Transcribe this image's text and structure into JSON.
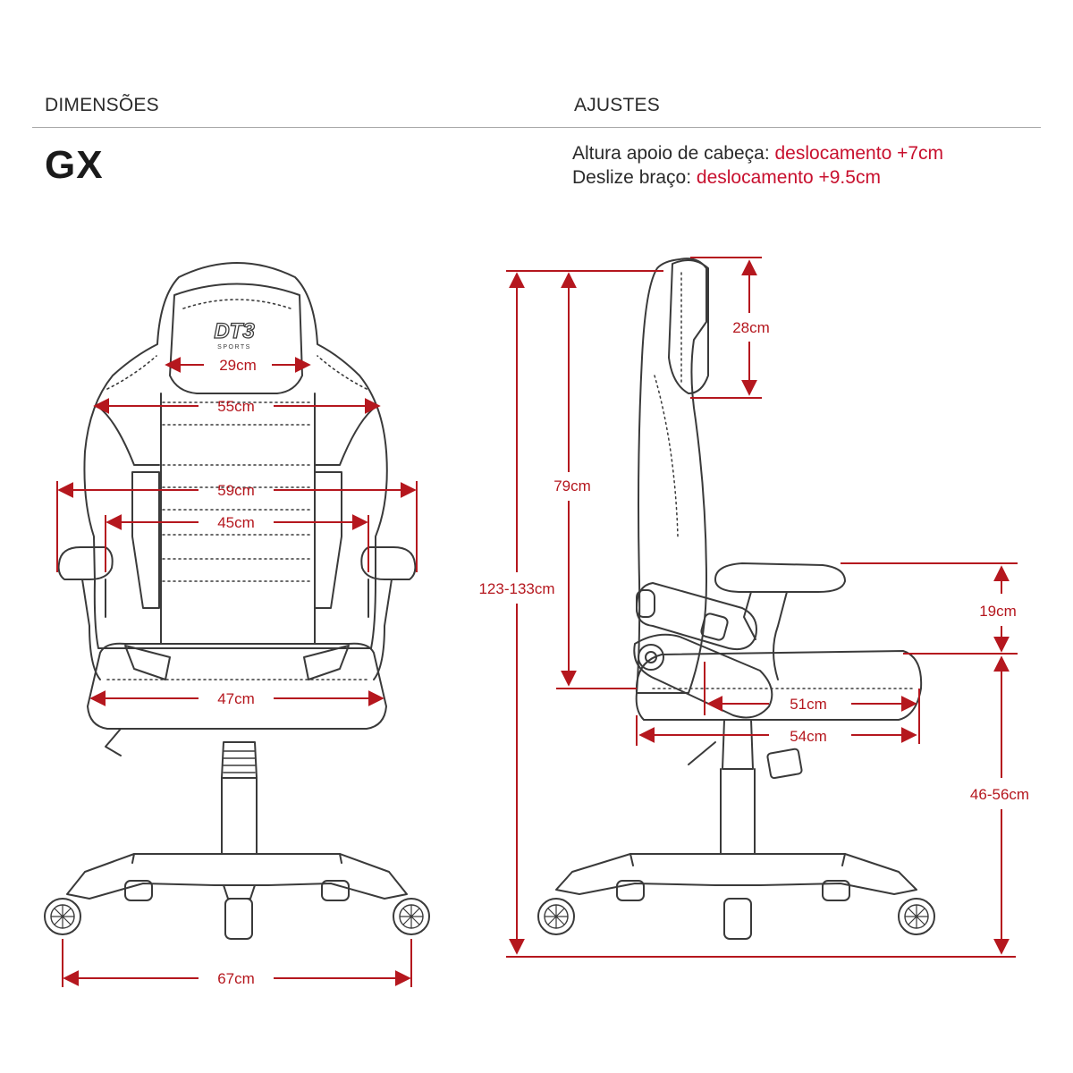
{
  "header": {
    "left_title": "DIMENSÕES",
    "right_title": "AJUSTES"
  },
  "model": "GX",
  "adjustments": [
    {
      "label": "Altura apoio de cabeça:",
      "value": "deslocamento +7cm"
    },
    {
      "label": "Deslize braço:",
      "value": "deslocamento +9.5cm"
    }
  ],
  "logo": {
    "text": "DT3",
    "sub": "SPORTS"
  },
  "front_dimensions": {
    "headrest_width": "29cm",
    "backrest_upper_width": "55cm",
    "armrest_outer_width": "59cm",
    "armrest_inner_width": "45cm",
    "seat_width": "47cm",
    "base_width": "67cm"
  },
  "side_dimensions": {
    "total_height": "123-133cm",
    "backrest_height": "79cm",
    "headrest_height": "28cm",
    "armrest_height": "19cm",
    "seat_height": "46-56cm",
    "seat_depth_inner": "51cm",
    "seat_depth_outer": "54cm"
  },
  "colors": {
    "dimension_red": "#b5171e",
    "accent_red": "#c8102e",
    "outline": "#3a3a3a",
    "rule": "#a8a8a8"
  }
}
